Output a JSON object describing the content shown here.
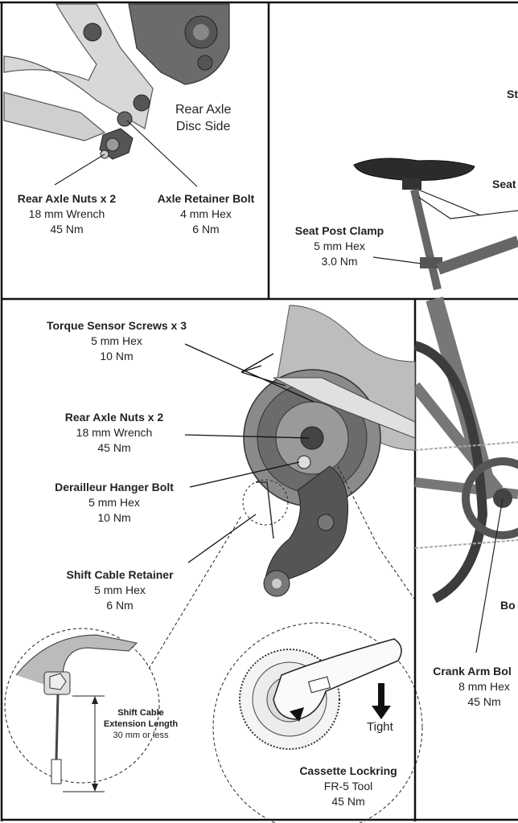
{
  "top_left": {
    "panel_caption": [
      "Rear Axle",
      "Disc Side"
    ],
    "rear_axle_nuts": {
      "title": "Rear Axle Nuts x 2",
      "tool": "18 mm Wrench",
      "torque": "45 Nm"
    },
    "axle_retainer_bolt": {
      "title": "Axle Retainer Bolt",
      "tool": "4 mm Hex",
      "torque": "6 Nm"
    }
  },
  "top_right": {
    "cut_off_labels": [
      "St",
      "Seat"
    ],
    "seat_post_clamp": {
      "title": "Seat Post Clamp",
      "tool": "5 mm Hex",
      "torque": "3.0 Nm"
    }
  },
  "bottom_left": {
    "torque_sensor_screws": {
      "title": "Torque Sensor Screws x 3",
      "tool": "5 mm Hex",
      "torque": "10 Nm"
    },
    "rear_axle_nuts": {
      "title": "Rear Axle Nuts x 2",
      "tool": "18 mm Wrench",
      "torque": "45 Nm"
    },
    "derailleur_hanger_bolt": {
      "title": "Derailleur Hanger Bolt",
      "tool": "5 mm Hex",
      "torque": "10 Nm"
    },
    "shift_cable_retainer": {
      "title": "Shift Cable Retainer",
      "tool": "5 mm Hex",
      "torque": "6 Nm"
    },
    "shift_cable_extension": {
      "title": [
        "Shift Cable",
        "Extension Length"
      ],
      "note": "30 mm or less"
    },
    "cassette_lockring": {
      "title": "Cassette Lockring",
      "tool": "FR-5 Tool",
      "torque": "45 Nm"
    },
    "tight_label": "Tight"
  },
  "bottom_right": {
    "cut_off_label": "Bo",
    "crank_arm_bolt": {
      "title": "Crank Arm Bol",
      "tool": "8 mm Hex",
      "torque": "45 Nm"
    }
  }
}
